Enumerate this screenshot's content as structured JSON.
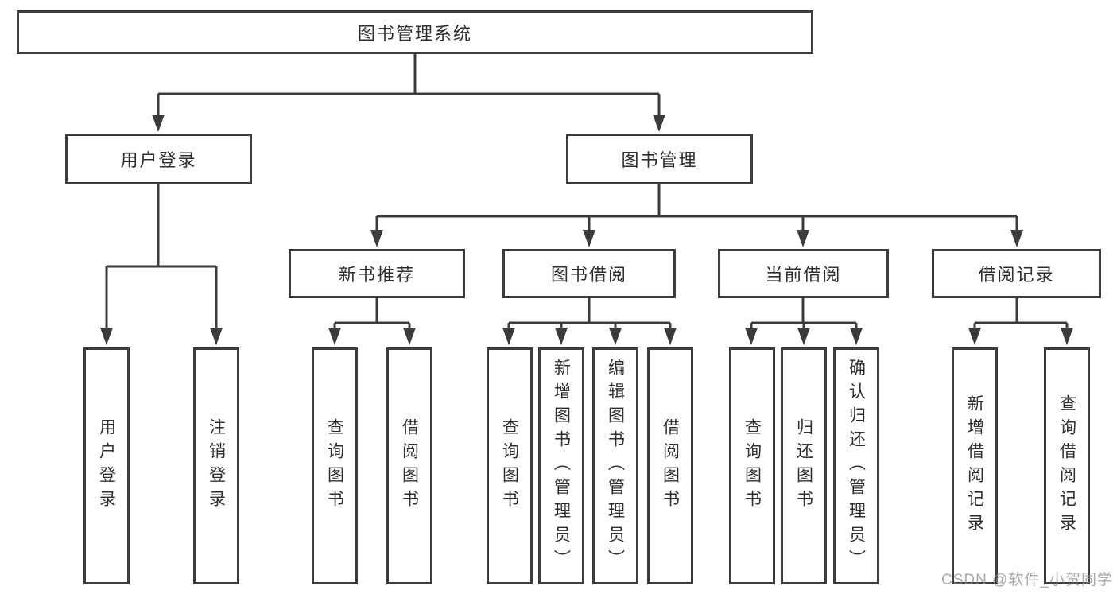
{
  "colors": {
    "line": "#3b3b3b",
    "box_border": "#3b3b3b",
    "box_background": "#ffffff",
    "text": "#2e2e2e",
    "watermark": "#8c8c8c"
  },
  "tree": {
    "root": {
      "label": "图书管理系统"
    },
    "branches": [
      {
        "label": "用户登录",
        "leaves": [
          "用户登录",
          "注销登录"
        ]
      },
      {
        "label": "图书管理",
        "groups": [
          {
            "label": "新书推荐",
            "leaves": [
              "查询图书",
              "借阅图书"
            ]
          },
          {
            "label": "图书借阅",
            "leaves": [
              "查询图书",
              "新增图书（管理员）",
              "编辑图书（管理员）",
              "借阅图书"
            ]
          },
          {
            "label": "当前借阅",
            "leaves": [
              "查询图书",
              "归还图书",
              "确认归还（管理员）"
            ]
          },
          {
            "label": "借阅记录",
            "leaves": [
              "新增借阅记录",
              "查询借阅记录"
            ]
          }
        ]
      }
    ]
  },
  "watermark": {
    "text": "CSDN @软件_小贺同学"
  }
}
